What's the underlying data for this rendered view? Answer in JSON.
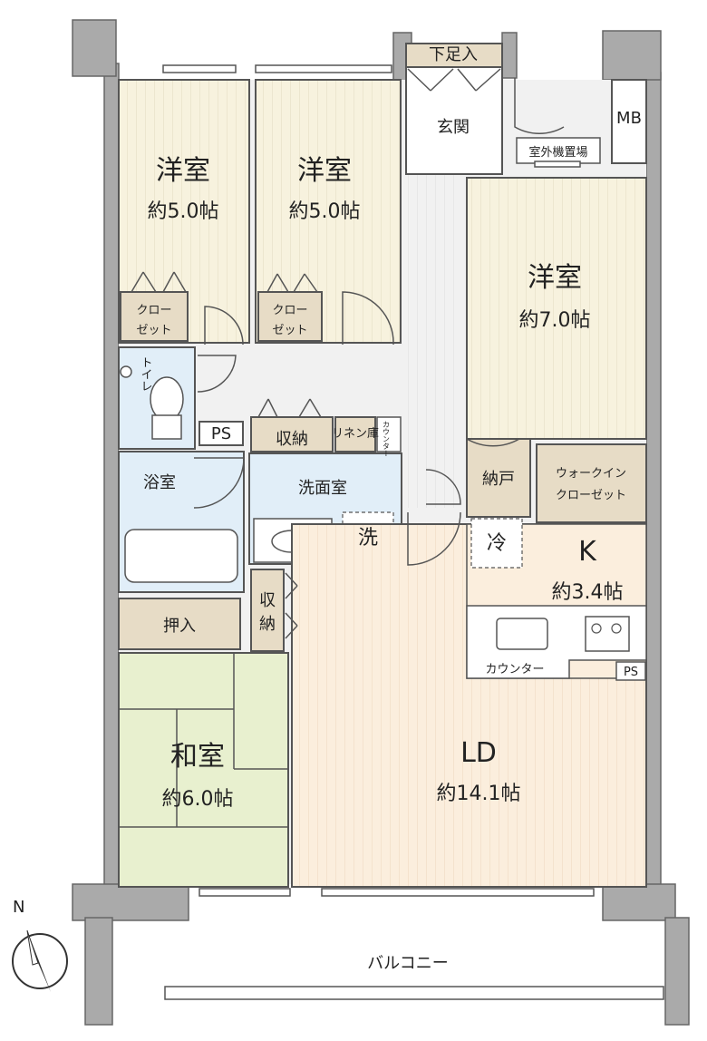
{
  "colors": {
    "western_room": "#f7f2de",
    "kitchen_living": "#fbeedd",
    "wet_area": "#e1eef8",
    "storage": "#e7dcc6",
    "tatami": "#e8f0cf",
    "hallway": "#f1f1f1",
    "wall": "#999999",
    "outline": "#555555"
  },
  "labels": {
    "entrance": "玄関",
    "shoe_storage": "下足入",
    "mb": "MB",
    "outdoor_unit": "室外機置場",
    "room1_name": "洋室",
    "room1_area": "約5.0帖",
    "room2_name": "洋室",
    "room2_area": "約5.0帖",
    "room3_name": "洋室",
    "room3_area": "約7.0帖",
    "closet1_l1": "クロー",
    "closet1_l2": "ゼット",
    "closet2_l1": "クロー",
    "closet2_l2": "ゼット",
    "toilet": "トイレ",
    "ps1": "PS",
    "storage1": "収納",
    "linen": "リネン庫",
    "counter_small": "カウンター",
    "bath": "浴室",
    "washroom": "洗面室",
    "washer": "洗",
    "nando": "納戸",
    "walkin_l1": "ウォークイン",
    "walkin_l2": "クローゼット",
    "fridge": "冷",
    "kitchen": "K",
    "kitchen_area": "約3.4帖",
    "counter": "カウンター",
    "ps2": "PS",
    "oshiire": "押入",
    "storage2_l1": "収",
    "storage2_l2": "納",
    "washitsu": "和室",
    "washitsu_area": "約6.0帖",
    "ld": "LD",
    "ld_area": "約14.1帖",
    "balcony": "バルコニー",
    "north": "N"
  }
}
